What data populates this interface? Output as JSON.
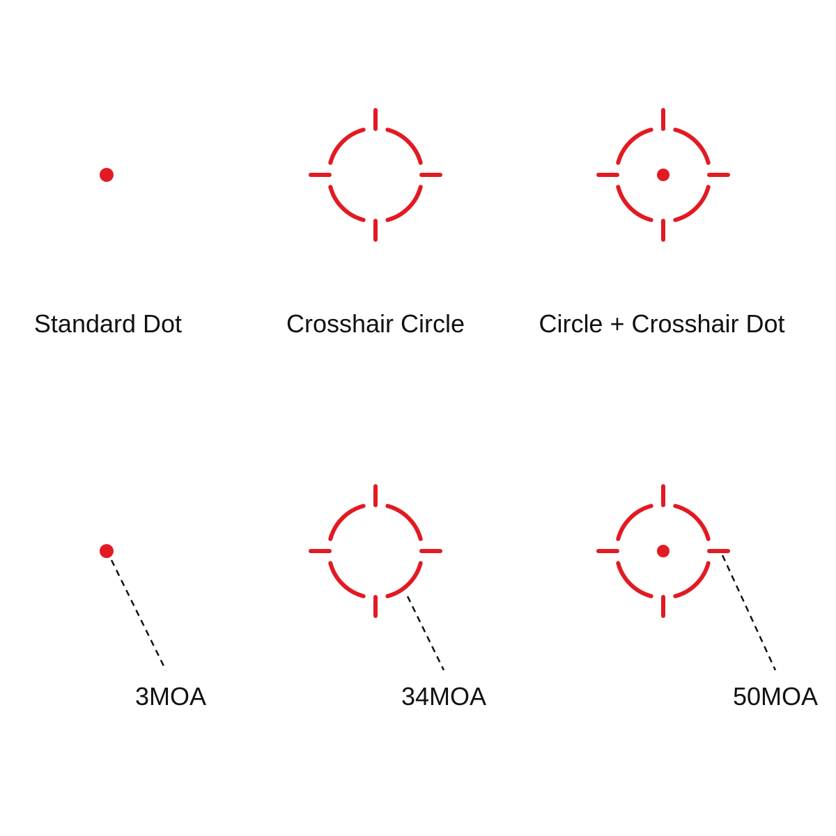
{
  "colors": {
    "reticle": "#e21a22",
    "text": "#111111",
    "leader_line": "#111111",
    "background": "#ffffff"
  },
  "reticles": [
    {
      "name": "Standard Dot",
      "type": "dot",
      "size_label": "3MOA"
    },
    {
      "name": "Crosshair Circle",
      "type": "crosshair-circle",
      "size_label": "34MOA"
    },
    {
      "name": "Circle + Crosshair Dot",
      "type": "crosshair-circle-dot",
      "size_label": "50MOA"
    }
  ]
}
